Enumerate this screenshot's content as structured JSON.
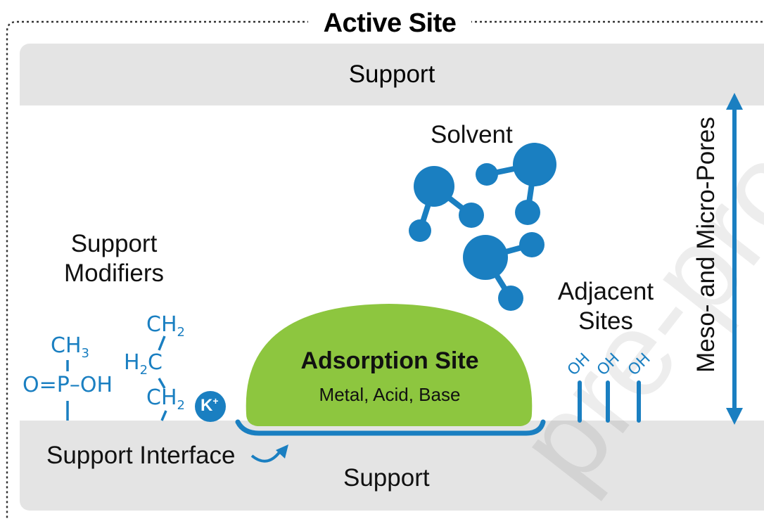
{
  "frame_title": "Active Site",
  "support_top_label": "Support",
  "support_bottom_label": "Support",
  "solvent_label": "Solvent",
  "modifiers_label_line1": "Support",
  "modifiers_label_line2": "Modifiers",
  "adjacent_label_line1": "Adjacent",
  "adjacent_label_line2": "Sites",
  "pores_label": "Meso- and Micro-Pores",
  "interface_label": "Support Interface",
  "adsorption_title": "Adsorption Site",
  "adsorption_subtitle": "Metal, Acid, Base",
  "watermark": "pre-proof",
  "chemistry": {
    "ch3": "CH",
    "ch3_sub": "3",
    "phosphonic": "O=P–OH",
    "ch2_top": "CH",
    "ch2_top_sub": "2",
    "h2c_pre": "H",
    "h2c_sub": "2",
    "h2c_post": "C",
    "ch2_bottom": "CH",
    "ch2_bottom_sub": "2",
    "potassium": "K",
    "potassium_charge": "+",
    "hydroxyls": [
      "OH",
      "OH",
      "OH"
    ]
  },
  "colors": {
    "blue": "#1a7fc1",
    "green": "#8dc63f",
    "support_gray": "#e4e4e4"
  }
}
